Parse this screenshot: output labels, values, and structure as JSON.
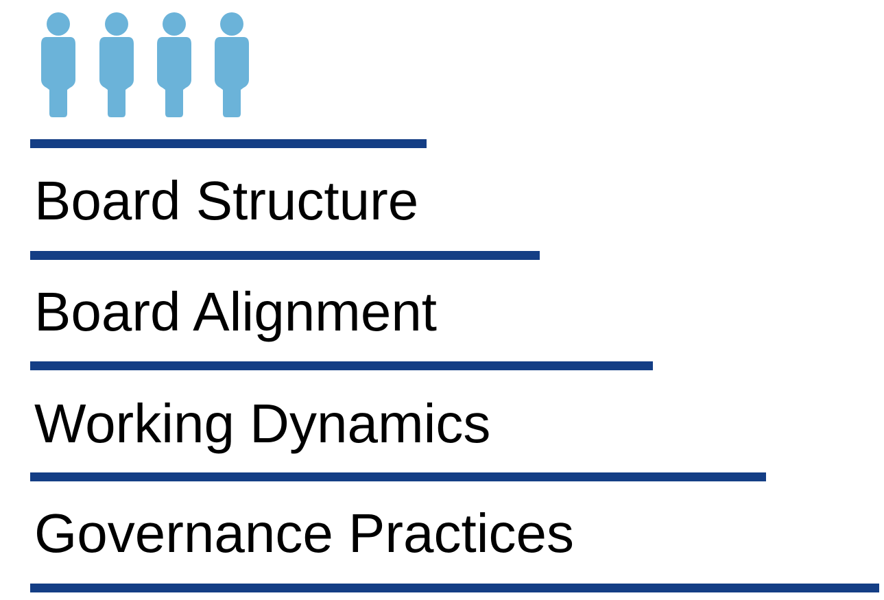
{
  "colors": {
    "person_icon": "#6BB3D9",
    "bar": "#143E85",
    "text": "#000000"
  },
  "icons": [
    "person-icon",
    "person-icon",
    "person-icon",
    "person-icon"
  ],
  "steps": [
    {
      "label": "Board Structure"
    },
    {
      "label": "Board Alignment"
    },
    {
      "label": "Working Dynamics"
    },
    {
      "label": "Governance Practices"
    }
  ]
}
